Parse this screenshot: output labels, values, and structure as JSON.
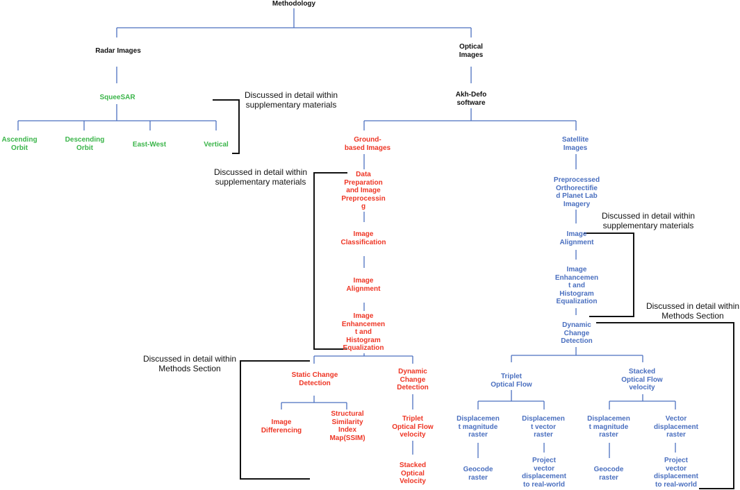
{
  "colors": {
    "root": "#111111",
    "radar": "#3bb54a",
    "ground": "#ee3524",
    "satellite": "#4a6fbf",
    "connector": "#4a6fbf",
    "bracket": "#111111"
  },
  "nodes": {
    "methodology": "Methodology",
    "radar_images": "Radar Images",
    "optical_images": "Optical\nImages",
    "squeesar": "SqueeSAR",
    "ascending_orbit": "Ascending\nOrbit",
    "descending_orbit": "Descending\nOrbit",
    "east_west": "East-West",
    "vertical": "Vertical",
    "akh_defo": "Akh-Defo\nsoftware",
    "ground_based_images": "Ground-\nbased Images",
    "satellite_images": "Satellite\nImages",
    "data_preparation": "Data\nPreparation\nand Image\nPreprocessin\ng",
    "image_classification": "Image\nClassification",
    "ground_image_alignment": "Image\nAlignment",
    "ground_image_enhancement": "Image\nEnhancemen\nt and\nHistogram\nEqualization",
    "static_change_detection": "Static Change\nDetection",
    "ground_dynamic_change_detection": "Dynamic\nChange\nDetection",
    "image_differencing": "Image\nDifferencing",
    "ssim": "Structural\nSimilarity\nIndex\nMap(SSIM)",
    "ground_triplet_velocity": "Triplet\nOptical Flow\nvelocity",
    "ground_stacked_velocity": "Stacked\nOptical\nVelocity",
    "preprocessed_imagery": "Preprocessed\nOrthorectifie\nd Planet Lab\nImagery",
    "sat_image_alignment": "Image\nAlignment",
    "sat_image_enhancement": "Image\nEnhancemen\nt and\nHistogram\nEqualization",
    "sat_dynamic_change_detection": "Dynamic\nChange\nDetection",
    "triplet_optical_flow": "Triplet\nOptical Flow",
    "stacked_optical_flow_velocity": "Stacked\nOptical Flow\nvelocity",
    "triplet_magnitude_raster": "Displacemen\nt magnitude\nraster",
    "triplet_vector_raster": "Displacemen\nt vector\nraster",
    "stacked_magnitude_raster": "Displacemen\nt magnitude\nraster",
    "stacked_vector_raster": "Vector\ndisplacement\nraster",
    "triplet_geocode_raster": "Geocode\nraster",
    "triplet_project_vector": "Project\nvector\ndisplacement\nto real-world",
    "stacked_geocode_raster": "Geocode\nraster",
    "stacked_project_vector": "Project\nvector\ndisplacement\nto real-world"
  },
  "notes": {
    "squeesar_note": "Discussed in detail within\nsupplementary materials",
    "ground_preprocessing_note": "Discussed in detail within\nsupplementary materials",
    "satellite_alignment_note": "Discussed in detail within\nsupplementary materials",
    "satellite_methods_note": "Discussed in detail within\nMethods Section",
    "ground_methods_note": "Discussed in detail within\nMethods Section"
  }
}
